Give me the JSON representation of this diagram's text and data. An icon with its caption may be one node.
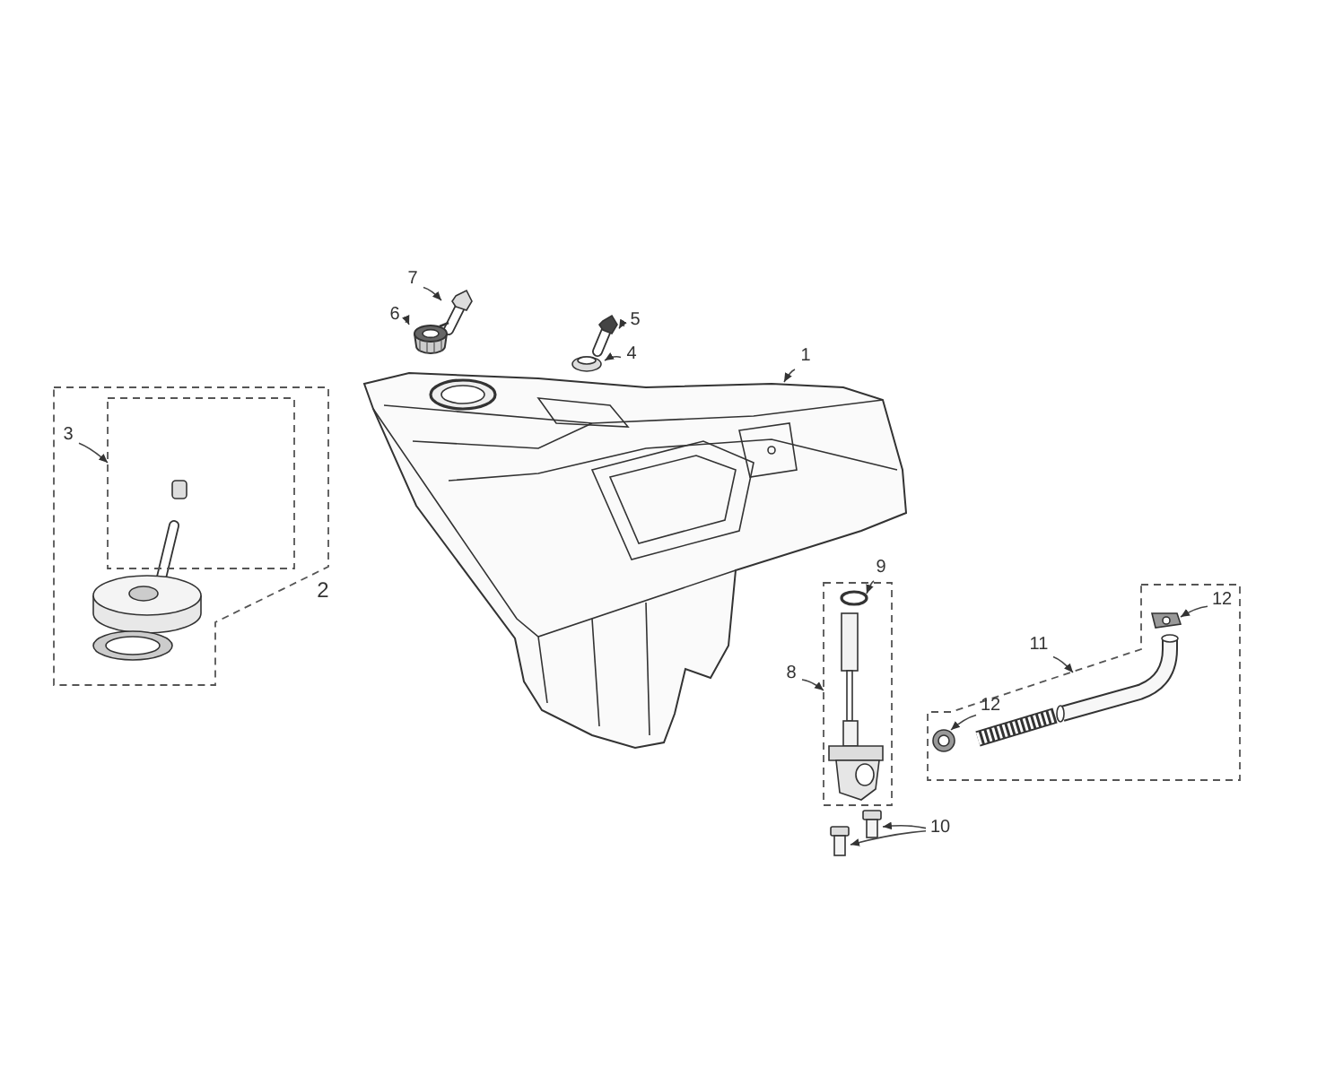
{
  "diagram": {
    "nodes": [
      {
        "text": [
          "7"
        ]
      },
      {
        "text": [],
        "shape": "picture"
      },
      {
        "text": [
          "6"
        ]
      },
      {
        "text": [],
        "shape": "picture"
      },
      {
        "text": [
          "5"
        ]
      },
      {
        "text": [],
        "shape": "picture"
      },
      {
        "text": [
          "4"
        ]
      },
      {
        "text": [],
        "shape": "picture"
      },
      {
        "text": [
          "1"
        ]
      },
      {
        "text": [],
        "shape": "picture"
      },
      {
        "text": [
          "2"
        ]
      },
      {
        "text": [
          "3"
        ],
        "in": 10
      },
      {
        "text": [],
        "shape": "box",
        "in": 10
      },
      {
        "text": [
          "9"
        ]
      },
      {
        "text": [],
        "shape": "box"
      },
      {
        "text": [],
        "shape": "circle",
        "in": 14
      },
      {
        "text": [
          "8"
        ]
      },
      {
        "text": [
          "10"
        ]
      },
      {
        "text": [],
        "shape": "picture"
      },
      {
        "text": [],
        "shape": "picture"
      },
      {
        "text": [
          "11"
        ]
      },
      {
        "text": [],
        "shape": "box"
      },
      {
        "text": [
          "12"
        ],
        "in": 21
      },
      {
        "text": [],
        "shape": "picture",
        "in": 21
      },
      {
        "text": [
          "12"
        ],
        "in": 21
      },
      {
        "text": [],
        "shape": "picture",
        "in": 21
      }
    ],
    "edges": [
      {
        "from": 0,
        "to": 1,
        "arrow": "to"
      },
      {
        "from": 2,
        "to": 3,
        "arrow": "to"
      },
      {
        "from": 4,
        "to": 5,
        "arrow": "to"
      },
      {
        "from": 6,
        "to": 7,
        "arrow": "to"
      },
      {
        "from": 8,
        "to": 9,
        "arrow": "to"
      },
      {
        "from": 11,
        "to": 12,
        "arrow": "to"
      },
      {
        "from": 13,
        "to": 15,
        "arrow": "to"
      },
      {
        "from": 16,
        "to": 14,
        "arrow": "to"
      },
      {
        "from": 17,
        "to": 18,
        "arrow": "to"
      },
      {
        "from": 17,
        "to": 19,
        "arrow": "to"
      },
      {
        "from": 20,
        "to": 21,
        "arrow": "to"
      },
      {
        "from": 22,
        "to": 23,
        "arrow": "to"
      },
      {
        "from": 24,
        "to": 25,
        "arrow": "to"
      }
    ]
  }
}
